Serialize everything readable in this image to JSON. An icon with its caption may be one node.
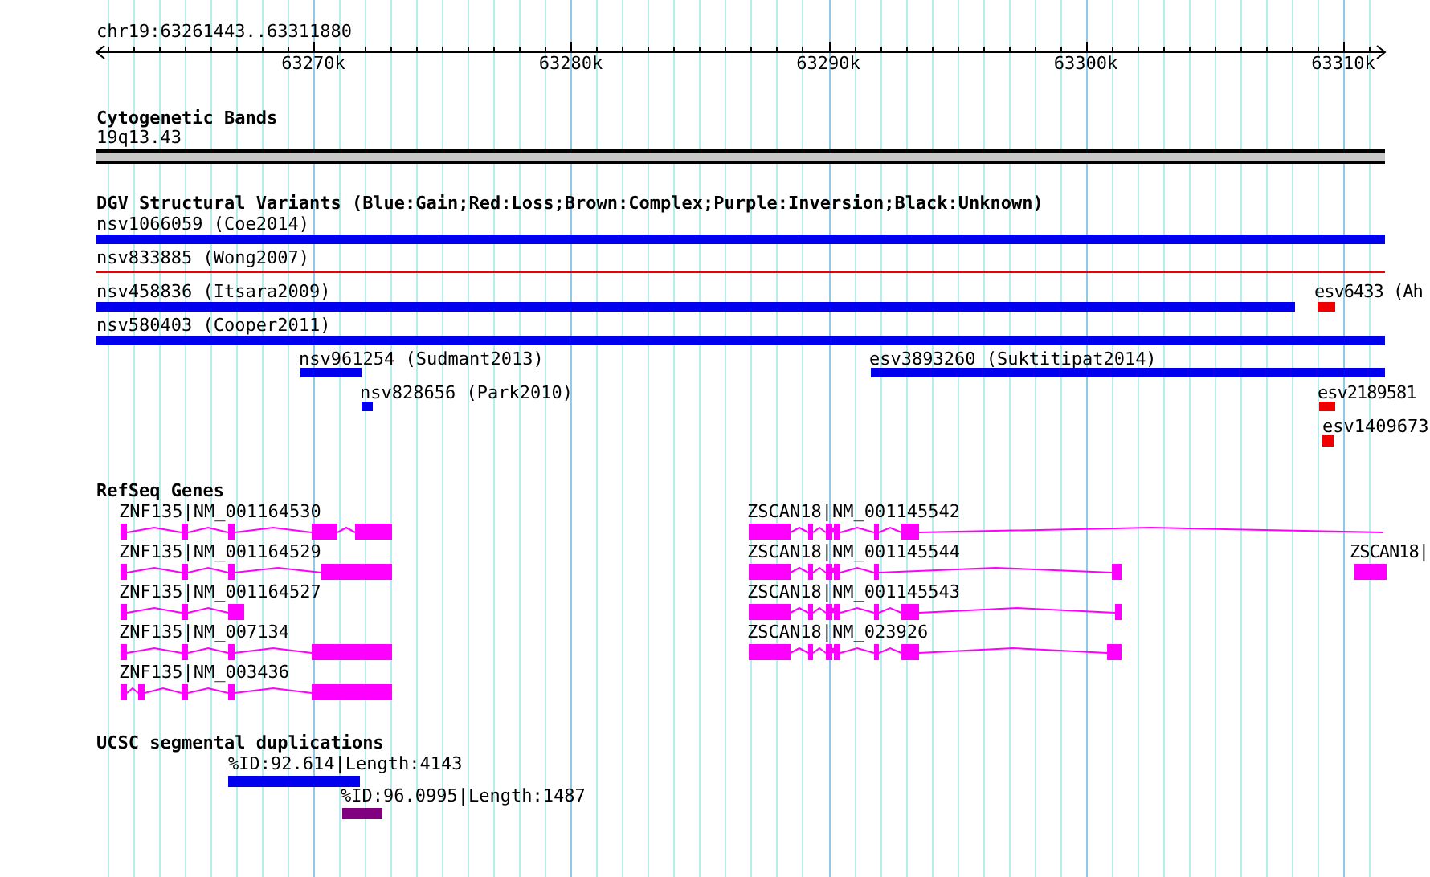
{
  "diagram": {
    "title": "chr19:63261443..63311880",
    "nodes": [
      {
        "text": [
          "Cytogenetic Bands"
        ]
      },
      {
        "text": [
          "19q13.43"
        ],
        "in": 0
      },
      {
        "text": [
          "DGV Structural Variants (Blue:Gain;Red:Loss;Brown:Complex;Purple:Inversion;Black:Unknown)"
        ]
      },
      {
        "text": [
          "nsv1066059 (Coe2014)"
        ],
        "in": 2
      },
      {
        "text": [
          "nsv833885 (Wong2007)"
        ],
        "in": 2
      },
      {
        "text": [
          "nsv458836 (Itsara2009)"
        ],
        "in": 2
      },
      {
        "text": [
          "esv6433 (Ah"
        ],
        "in": 2
      },
      {
        "text": [
          "nsv580403 (Cooper2011)"
        ],
        "in": 2
      },
      {
        "text": [
          "nsv961254 (Sudmant2013)"
        ],
        "in": 2
      },
      {
        "text": [
          "esv3893260 (Suktitipat2014)"
        ],
        "in": 2
      },
      {
        "text": [
          "nsv828656 (Park2010)"
        ],
        "in": 2
      },
      {
        "text": [
          "esv2189581"
        ],
        "in": 2
      },
      {
        "text": [
          "esv1409673"
        ],
        "in": 2
      },
      {
        "text": [
          "RefSeq Genes"
        ]
      },
      {
        "text": [
          "ZNF135|NM_001164530"
        ],
        "in": 13
      },
      {
        "text": [
          "ZSCAN18|NM_001145542"
        ],
        "in": 13
      },
      {
        "text": [
          "ZNF135|NM_001164529"
        ],
        "in": 13
      },
      {
        "text": [
          "ZSCAN18|NM_001145544"
        ],
        "in": 13
      },
      {
        "text": [
          "ZSCAN18|"
        ],
        "in": 13
      },
      {
        "text": [
          "ZNF135|NM_001164527"
        ],
        "in": 13
      },
      {
        "text": [
          "ZSCAN18|NM_001145543"
        ],
        "in": 13
      },
      {
        "text": [
          "ZNF135|NM_007134"
        ],
        "in": 13
      },
      {
        "text": [
          "ZSCAN18|NM_023926"
        ],
        "in": 13
      },
      {
        "text": [
          "ZNF135|NM_003436"
        ],
        "in": 13
      },
      {
        "text": [
          "UCSC segmental duplications"
        ]
      },
      {
        "text": [
          "%ID:92.614|Length:4143"
        ],
        "in": 24
      },
      {
        "text": [
          "%ID:96.0995|Length:1487"
        ],
        "in": 24
      }
    ],
    "labels": [
      "63270k",
      "63280k",
      "63290k",
      "63300k",
      "63310k"
    ]
  }
}
